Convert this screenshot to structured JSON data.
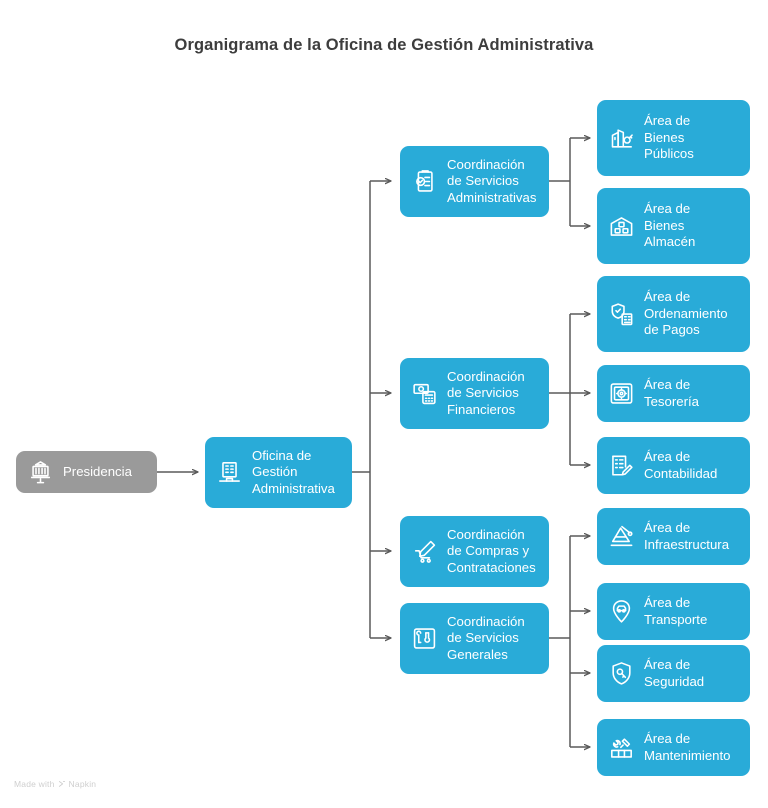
{
  "title": "Organigrama de la Oficina de Gestión Administrativa",
  "colors": {
    "accent_blue": "#29abd8",
    "root_gray": "#9a9a9a",
    "connector": "#5a5a5a",
    "title_text": "#3d3d3d",
    "background": "#ffffff",
    "watermark": "#cfcfcf"
  },
  "watermark": {
    "text_before": "Made with",
    "brand": "Napkin",
    "glyph": "napkin-logo-icon"
  },
  "nodes": {
    "root": {
      "label": "Presidencia",
      "icon": "government-building-icon",
      "color": "gray",
      "level": 0
    },
    "office": {
      "label": "Oficina de\nGestión\nAdministrativa",
      "icon": "office-building-icon",
      "color": "blue",
      "level": 1
    },
    "coordinations": [
      {
        "id": "coord-servicios-administrativas",
        "label": "Coordinación\nde Servicios\nAdministrativas",
        "icon": "clipboard-check-icon",
        "color": "blue",
        "level": 2
      },
      {
        "id": "coord-servicios-financieros",
        "label": "Coordinación\nde Servicios\nFinancieros",
        "icon": "money-calculator-icon",
        "color": "blue",
        "level": 2
      },
      {
        "id": "coord-compras-contrataciones",
        "label": "Coordinación\nde Compras y\nContrataciones",
        "icon": "shopping-cart-pen-icon",
        "color": "blue",
        "level": 2
      },
      {
        "id": "coord-servicios-generales",
        "label": "Coordinación\nde Servicios\nGenerales",
        "icon": "tools-wrench-icon",
        "color": "blue",
        "level": 2
      }
    ],
    "areas": [
      {
        "id": "area-bienes-publicos",
        "label": "Área de\nBienes\nPúblicos",
        "icon": "assets-tag-icon",
        "color": "blue",
        "level": 3,
        "parent": "coord-servicios-administrativas"
      },
      {
        "id": "area-bienes-almacen",
        "label": "Área de\nBienes\nAlmacén",
        "icon": "warehouse-icon",
        "color": "blue",
        "level": 3,
        "parent": "coord-servicios-administrativas"
      },
      {
        "id": "area-ordenamiento-pagos",
        "label": "Área de\nOrdenamiento\nde Pagos",
        "icon": "verified-payment-icon",
        "color": "blue",
        "level": 3,
        "parent": "coord-servicios-financieros"
      },
      {
        "id": "area-tesoreria",
        "label": "Área de\nTesorería",
        "icon": "safe-vault-icon",
        "color": "blue",
        "level": 3,
        "parent": "coord-servicios-financieros"
      },
      {
        "id": "area-contabilidad",
        "label": "Área de\nContabilidad",
        "icon": "ledger-pen-icon",
        "color": "blue",
        "level": 3,
        "parent": "coord-servicios-financieros"
      },
      {
        "id": "area-infraestructura",
        "label": "Área de\nInfraestructura",
        "icon": "crane-construction-icon",
        "color": "blue",
        "level": 3,
        "parent": "coord-servicios-generales"
      },
      {
        "id": "area-transporte",
        "label": "Área de\nTransporte",
        "icon": "vehicle-badge-icon",
        "color": "blue",
        "level": 3,
        "parent": "coord-servicios-generales"
      },
      {
        "id": "area-seguridad",
        "label": "Área de\nSeguridad",
        "icon": "shield-key-icon",
        "color": "blue",
        "level": 3,
        "parent": "coord-servicios-generales"
      },
      {
        "id": "area-mantenimiento",
        "label": "Área de\nMantenimiento",
        "icon": "maintenance-toolbox-icon",
        "color": "blue",
        "level": 3,
        "parent": "coord-servicios-generales"
      }
    ]
  }
}
